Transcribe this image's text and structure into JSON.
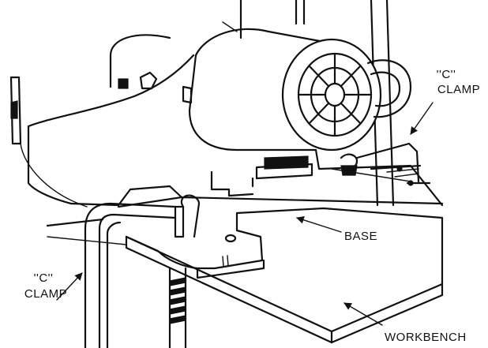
{
  "labels": {
    "c_clamp_top_quote": "''C''",
    "c_clamp_top_word": "CLAMP",
    "base": "BASE",
    "c_clamp_left_quote": "''C''",
    "c_clamp_left_word": "CLAMP",
    "workbench": "WORKBENCH"
  },
  "colors": {
    "ink": "#111111",
    "background": "#ffffff"
  }
}
